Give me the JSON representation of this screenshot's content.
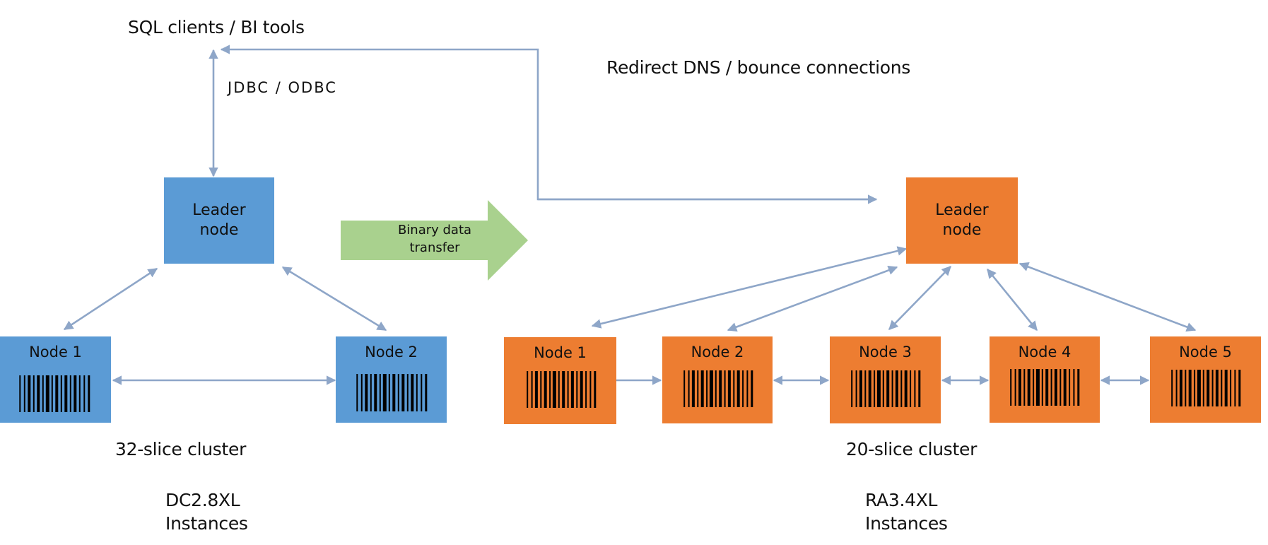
{
  "colors": {
    "arrow": "#8ea6c8",
    "blue_node": "#5b9bd5",
    "orange_node": "#ed7d31",
    "green_arrow": "#a9d18e",
    "barcode": "#000000"
  },
  "labels": {
    "clients": "SQL clients / BI tools",
    "protocol": "JDBC / ODBC",
    "redirect": "Redirect DNS / bounce connections",
    "transfer_line1": "Binary data",
    "transfer_line2": "transfer"
  },
  "source_cluster": {
    "leader_line1": "Leader",
    "leader_line2": "node",
    "nodes": [
      "Node 1",
      "Node 2"
    ],
    "slices_label": "32-slice cluster",
    "instance_type": "DC2.8XL",
    "instance_word": "Instances"
  },
  "target_cluster": {
    "leader_line1": "Leader",
    "leader_line2": "node",
    "nodes": [
      "Node 1",
      "Node 2",
      "Node 3",
      "Node 4",
      "Node 5"
    ],
    "slices_label": "20-slice cluster",
    "instance_type": "RA3.4XL",
    "instance_word": "Instances"
  }
}
